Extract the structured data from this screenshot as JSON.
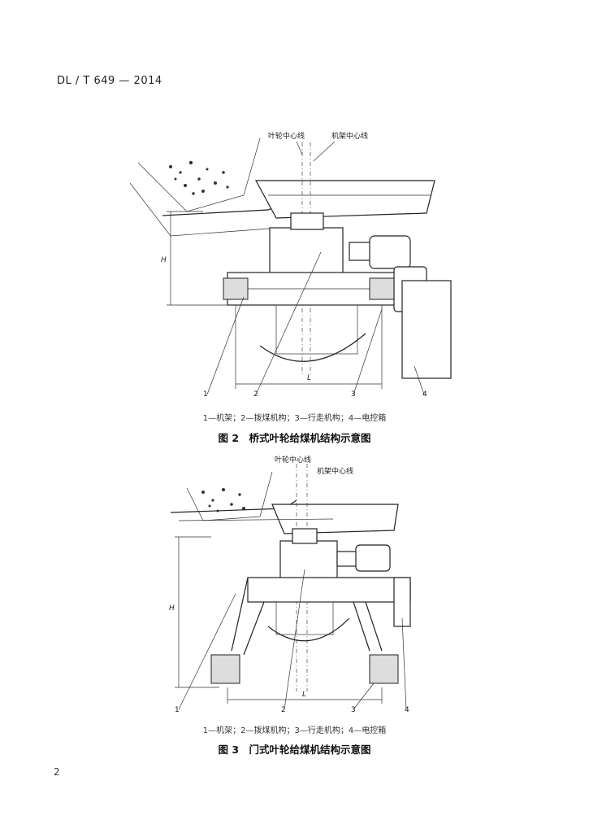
{
  "header": {
    "standard_code": "DL / T 649 — 2014"
  },
  "figure2": {
    "label_impeller_centerline": "叶轮中心线",
    "label_frame_centerline": "机架中心线",
    "label_H": "H",
    "label_L": "L",
    "callouts": [
      "1",
      "2",
      "3",
      "4"
    ],
    "legend": "1—机架；2—拨煤机构；3—行走机构；4—电控箱",
    "caption": "图 2　桥式叶轮给煤机结构示意图"
  },
  "figure3": {
    "label_impeller_centerline": "叶轮中心线",
    "label_frame_centerline": "机架中心线",
    "label_H": "H",
    "label_L": "L",
    "callouts": [
      "1",
      "2",
      "3",
      "4"
    ],
    "legend": "1—机架；2—拨煤机构；3—行走机构；4—电控箱",
    "caption": "图 3　门式叶轮给煤机结构示意图"
  },
  "footer": {
    "page_number": "2"
  }
}
